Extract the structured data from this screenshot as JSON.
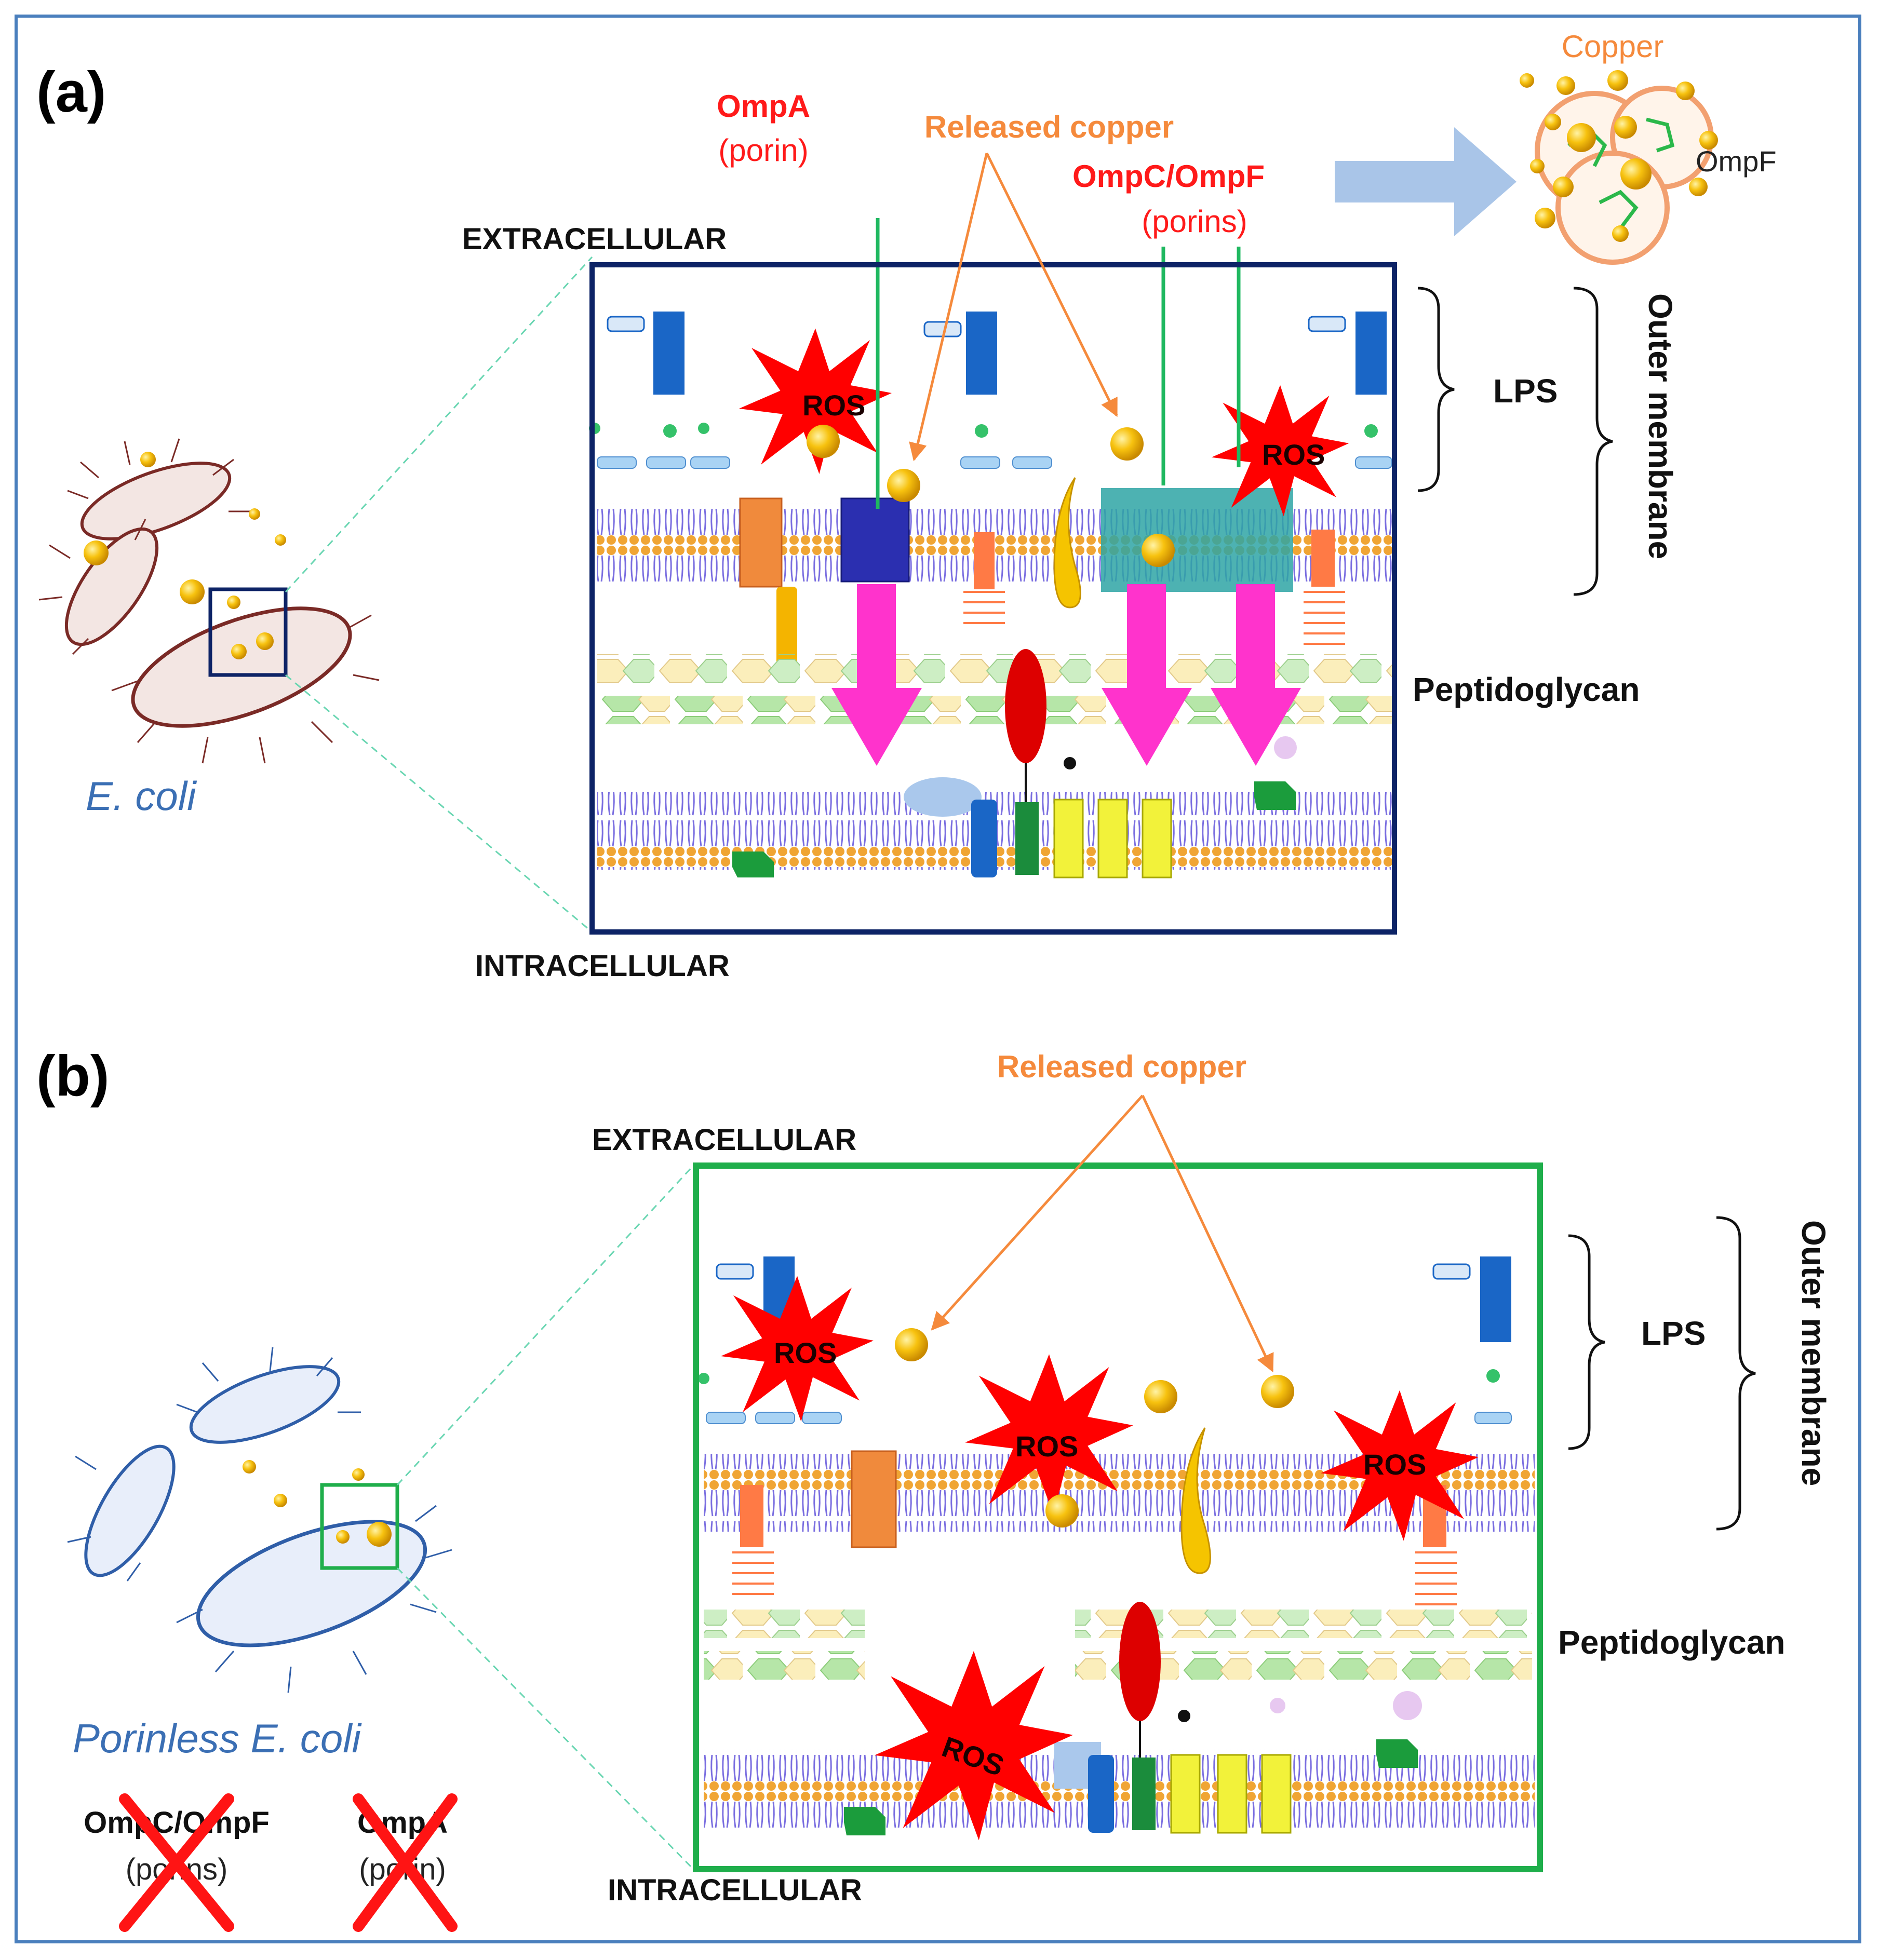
{
  "panel_a": {
    "letter": "(a)",
    "extracellular": "EXTRACELLULAR",
    "intracellular": "INTRACELLULAR",
    "ompa_label": "OmpA",
    "ompa_sub": "(porin)",
    "released_copper": "Released copper",
    "ompc_label": "OmpC/OmpF",
    "ompc_sub": "(porins)",
    "copper_label": "Copper",
    "ompf_label": "OmpF",
    "lps": "LPS",
    "outer_membrane": "Outer membrane",
    "peptidoglycan": "Peptidoglycan",
    "species": "E. coli",
    "ros": "ROS",
    "box_color": "#0d2366"
  },
  "panel_b": {
    "letter": "(b)",
    "extracellular": "EXTRACELLULAR",
    "intracellular": "INTRACELLULAR",
    "released_copper": "Released copper",
    "lps": "LPS",
    "outer_membrane": "Outer membrane",
    "peptidoglycan": "Peptidoglycan",
    "species": "Porinless E. coli",
    "mutant_1_label": "OmpC/OmpF",
    "mutant_1_sub": "(porins)",
    "mutant_2_label": "OmpA",
    "mutant_2_sub": "(porin)",
    "ros": "ROS",
    "box_color": "#1fae4b"
  },
  "colors": {
    "ros_fill": "#ff0000",
    "copper": "#f5b800",
    "arrow_magenta": "#ff33cc",
    "arrow_green": "#1fb860",
    "arrow_orange": "#f58a3c",
    "frame": "#4a7fbd"
  }
}
